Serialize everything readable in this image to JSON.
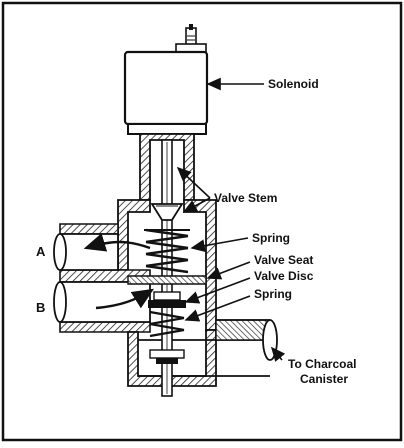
{
  "diagram": {
    "labels": {
      "solenoid": "Solenoid",
      "valve_stem": "Valve Stem",
      "spring_upper": "Spring",
      "valve_seat": "Valve Seat",
      "valve_disc": "Valve Disc",
      "spring_lower": "Spring",
      "to_canister_line1": "To Charcoal",
      "to_canister_line2": "Canister",
      "port_a": "A",
      "port_b": "B"
    },
    "colors": {
      "ink": "#111111",
      "paper": "#ffffff",
      "hatch": "#222222",
      "shade": "#d8d8d8"
    }
  }
}
